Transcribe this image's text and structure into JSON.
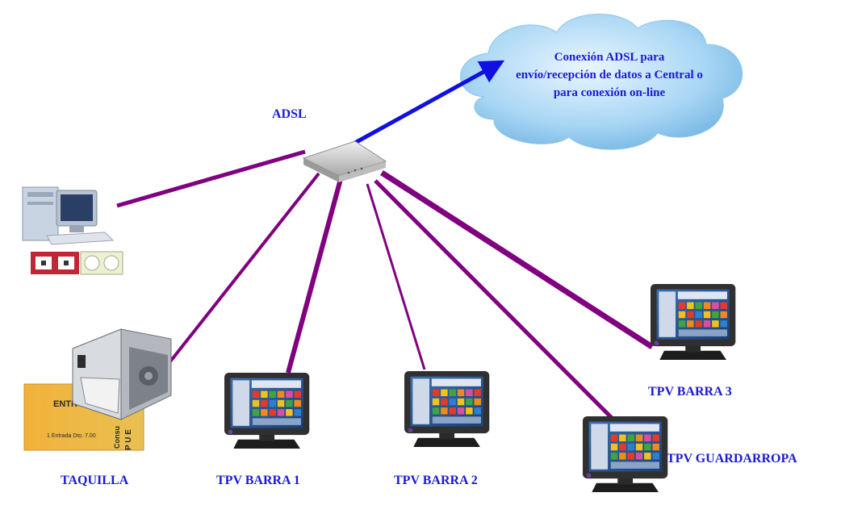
{
  "labels": {
    "adsl": "ADSL",
    "cloud_line1": "Conexión ADSL para",
    "cloud_line2": "envío/recepción de datos a Central o",
    "cloud_line3": "para conexión on-line",
    "taquilla": "TAQUILLA",
    "barra1": "TPV  BARRA 1",
    "barra2": "TPV  BARRA 2",
    "barra3": "TPV  BARRA 3",
    "guardarropa": "TPV  GUARDARROPA"
  },
  "ticket": {
    "line1": "ENTR",
    "line2": "1 Entrada Dto.   7.00",
    "side": "Consu",
    "side2": "P U E"
  },
  "colors": {
    "link": "#800080",
    "uplink": "#1010e0",
    "label": "#1a1ad6",
    "cloud": "#9fd0f0"
  }
}
